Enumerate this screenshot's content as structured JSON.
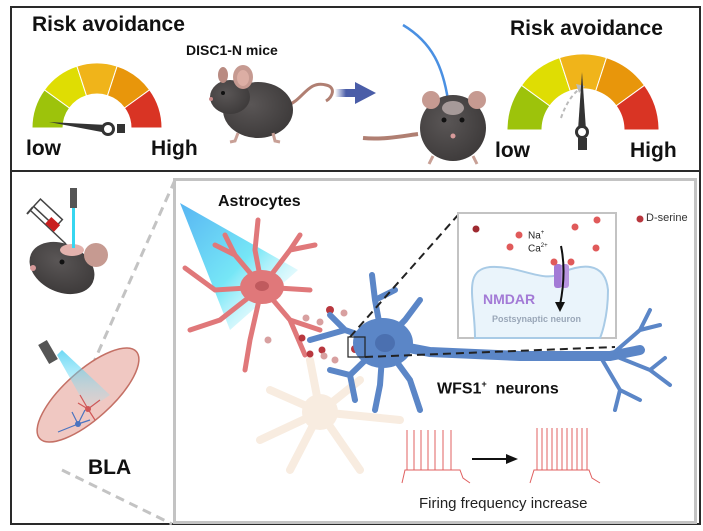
{
  "top_panel": {
    "left_gauge": {
      "title": "Risk avoidance",
      "low_label": "low",
      "high_label": "High",
      "level": "low"
    },
    "mouse_label": "DISC1-N mice",
    "right_gauge": {
      "title": "Risk avoidance",
      "low_label": "low",
      "high_label": "High",
      "level": "middle"
    },
    "gauge_colors": [
      "#9dc30b",
      "#dfdd03",
      "#f0b41a",
      "#e8960b",
      "#d93424"
    ]
  },
  "left_panel": {
    "region_label": "BLA"
  },
  "main_panel": {
    "astrocytes_label": "Astrocytes",
    "neuron_label_main": "WFS1",
    "neuron_label_sup": "+",
    "neuron_label_rest": "neurons",
    "legend_label": "D-serine",
    "inset": {
      "ion1": "Na",
      "ion1_sup": "+",
      "ion2": "Ca",
      "ion2_sup": "2+",
      "receptor_label": "NMDAR",
      "cell_label": "Postsynaptic neuron"
    },
    "firing_label": "Firing frequency increase"
  },
  "colors": {
    "astrocyte": "#e0787a",
    "neuron": "#5b86c7",
    "dserine": "#b8373e",
    "nmdar": "#a37ad6",
    "arrow_blue": "#4a5da8",
    "trace": "#e06060"
  }
}
